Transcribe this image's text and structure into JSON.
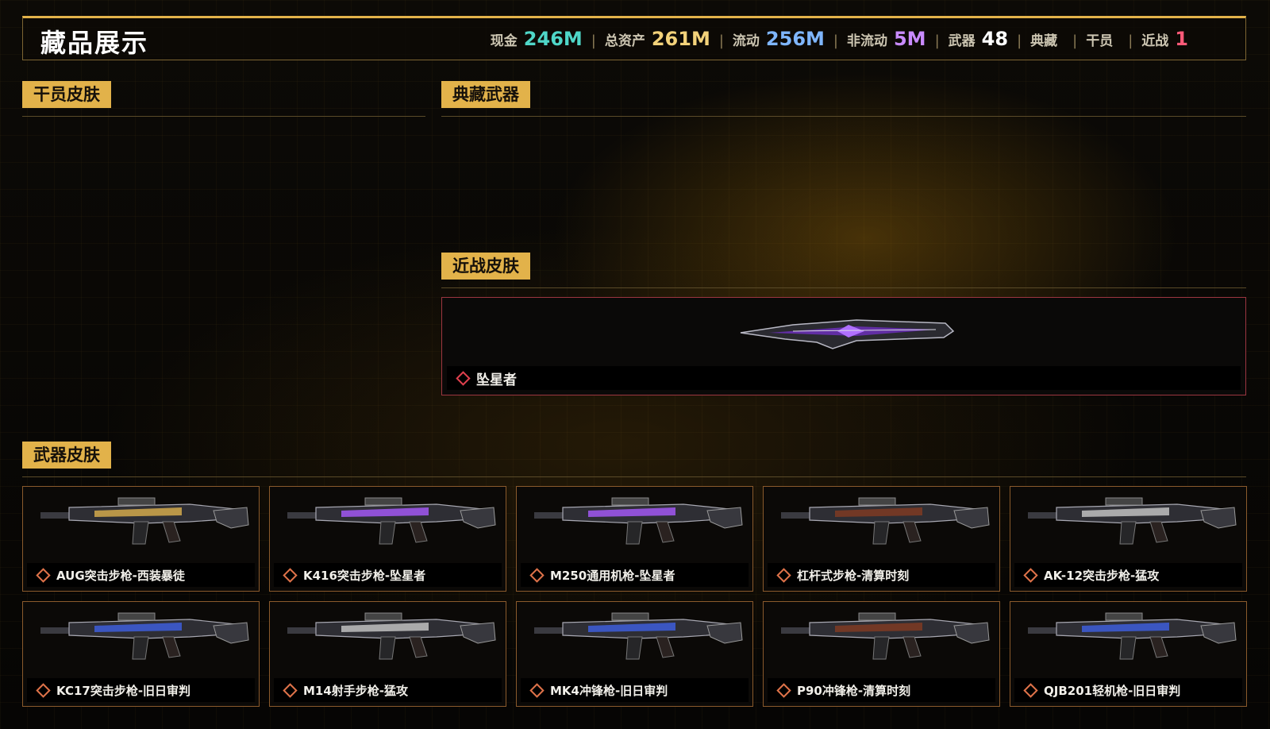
{
  "header": {
    "title": "藏品展示",
    "stats": [
      {
        "label": "现金",
        "value": "246M",
        "color": "#4fd6c8"
      },
      {
        "label": "总资产",
        "value": "261M",
        "color": "#f3d27a"
      },
      {
        "label": "流动",
        "value": "256M",
        "color": "#7fb6ff"
      },
      {
        "label": "非流动",
        "value": "5M",
        "color": "#c98bff"
      },
      {
        "label": "武器",
        "value": "48",
        "color": "#ffffff"
      },
      {
        "label": "典藏",
        "value": "",
        "color": "#ffffff"
      },
      {
        "label": "干员",
        "value": "",
        "color": "#ffffff"
      },
      {
        "label": "近战",
        "value": "1",
        "color": "#ff5a78"
      }
    ]
  },
  "sections": {
    "operator_skins": "干员皮肤",
    "collection_weapons": "典藏武器",
    "melee_skins": "近战皮肤",
    "weapon_skins": "武器皮肤"
  },
  "melee": {
    "name": "坠星者",
    "icon": "knife-icon"
  },
  "weapons": [
    {
      "name": "AUG突击步枪-西装暴徒",
      "accent": "#c9a24a"
    },
    {
      "name": "K416突击步枪-坠星者",
      "accent": "#9b55e8"
    },
    {
      "name": "M250通用机枪-坠星者",
      "accent": "#9b55e8"
    },
    {
      "name": "杠杆式步枪-清算时刻",
      "accent": "#7a3a24"
    },
    {
      "name": "AK-12突击步枪-猛攻",
      "accent": "#b8b8b8"
    },
    {
      "name": "KC17突击步枪-旧日审判",
      "accent": "#3d5bd0"
    },
    {
      "name": "M14射手步枪-猛攻",
      "accent": "#b8b8b8"
    },
    {
      "name": "MK4冲锋枪-旧日审判",
      "accent": "#3d5bd0"
    },
    {
      "name": "P90冲锋枪-清算时刻",
      "accent": "#7a3a24"
    },
    {
      "name": "QJB201轻机枪-旧日审判",
      "accent": "#3d5bd0"
    }
  ],
  "colors": {
    "gold": "#e2b24a",
    "melee_border": "#9c3640",
    "card_border": "#8a5a2c",
    "diamond_red": "#e0404e",
    "diamond_orange": "#e0734a"
  }
}
